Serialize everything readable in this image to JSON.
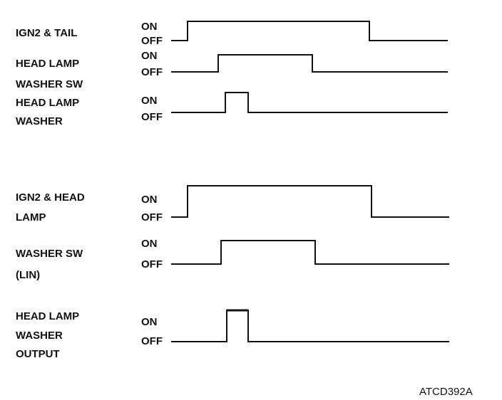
{
  "diagram": {
    "code": "ATCD392A",
    "states": {
      "on": "ON",
      "off": "OFF"
    },
    "groups": [
      {
        "signals": [
          {
            "label_lines": [
              "IGN2 & TAIL"
            ],
            "transitions": [
              "OFF",
              "ON",
              "OFF"
            ]
          },
          {
            "label_lines": [
              "HEAD LAMP",
              "WASHER SW"
            ],
            "transitions": [
              "OFF",
              "ON",
              "OFF"
            ]
          },
          {
            "label_lines": [
              "HEAD LAMP",
              "WASHER"
            ],
            "transitions": [
              "OFF",
              "ON",
              "OFF"
            ]
          }
        ]
      },
      {
        "signals": [
          {
            "label_lines": [
              "IGN2 & HEAD",
              "LAMP"
            ],
            "transitions": [
              "OFF",
              "ON",
              "OFF"
            ]
          },
          {
            "label_lines": [
              "WASHER SW",
              "(LIN)"
            ],
            "transitions": [
              "OFF",
              "ON",
              "OFF"
            ]
          },
          {
            "label_lines": [
              "HEAD LAMP",
              "WASHER",
              "OUTPUT"
            ],
            "transitions": [
              "OFF",
              "ON",
              "OFF"
            ]
          }
        ]
      }
    ]
  }
}
